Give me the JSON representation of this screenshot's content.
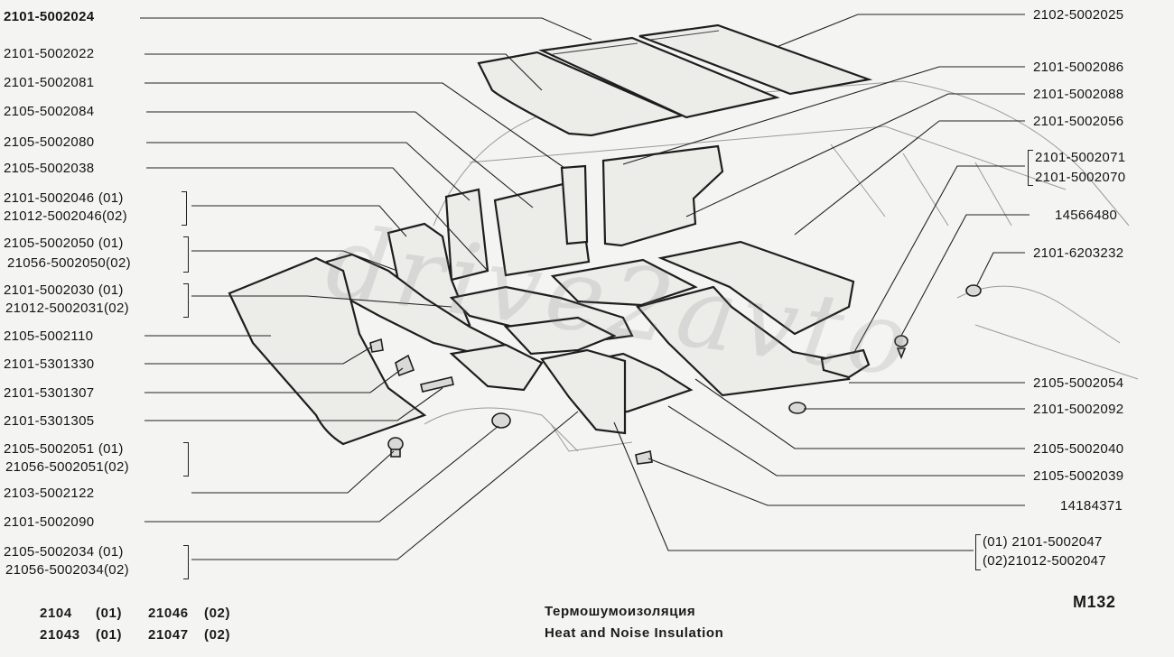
{
  "diagram": {
    "watermark": "drive2avto",
    "labels_left": [
      "2101-5002024",
      "2101-5002022",
      "2101-5002081",
      "2105-5002084",
      "2105-5002080",
      "2105-5002038",
      "2101-5002046 (01)",
      "21012-5002046(02)",
      "2105-5002050 (01)",
      "21056-5002050(02)",
      "2101-5002030 (01)",
      "21012-5002031(02)",
      "2105-5002110",
      "2101-5301330",
      "2101-5301307",
      "2101-5301305",
      "2105-5002051 (01)",
      "21056-5002051(02)",
      "2103-5002122",
      "2101-5002090",
      "2105-5002034 (01)",
      "21056-5002034(02)"
    ],
    "labels_right": [
      "2102-5002025",
      "2101-5002086",
      "2101-5002088",
      "2101-5002056",
      "2101-5002071",
      "2101-5002070",
      "14566480",
      "2101-6203232",
      "2105-5002054",
      "2101-5002092",
      "2105-5002040",
      "2105-5002039",
      "14184371",
      "(01)  2101-5002047",
      "(02)21012-5002047"
    ],
    "models": [
      [
        "2104",
        "(01)",
        "21046",
        "(02)"
      ],
      [
        "21043",
        "(01)",
        "21047",
        "(02)"
      ]
    ],
    "title_ru": "Термошумоизоляция",
    "title_en": "Heat and Noise Insulation",
    "code": "M132"
  }
}
